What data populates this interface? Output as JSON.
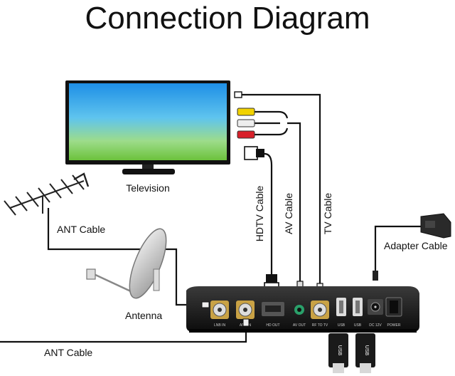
{
  "title": "Connection Diagram",
  "labels": {
    "television": "Television",
    "ant_cable_top": "ANT Cable",
    "ant_cable_bottom": "ANT Cable",
    "antenna": "Antenna",
    "hdtv_cable": "HDTV Cable",
    "av_cable": "AV Cable",
    "tv_cable": "TV Cable",
    "adapter_cable": "Adapter Cable"
  },
  "ports": {
    "lnb_in": "LNB IN",
    "ant_in": "ANT IN",
    "hd_out": "HD OUT",
    "av_out": "AV OUT",
    "rf_to_tv": "RF TO TV",
    "usb1": "USB",
    "usb2": "USB",
    "dc": "DC 12V",
    "power": "POWER"
  },
  "usb_sticks": [
    "USB",
    "USB"
  ],
  "colors": {
    "cable": "#111111",
    "device_body": "#1a1a1a",
    "screen_top": "#1e90e8",
    "screen_bottom": "#7cc84a",
    "av_yellow": "#f2d200",
    "av_white": "#eeeeee",
    "av_red": "#d8202a"
  }
}
